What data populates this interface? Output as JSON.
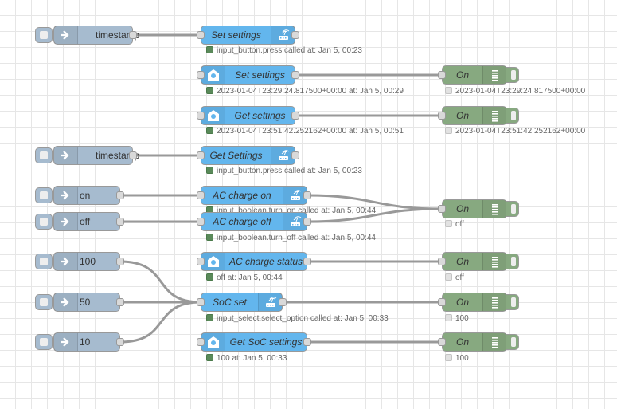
{
  "inject_nodes": [
    {
      "label": "timestamp"
    },
    {
      "label": "timestamp"
    },
    {
      "label": "on"
    },
    {
      "label": "off"
    },
    {
      "label": "100"
    },
    {
      "label": "50"
    },
    {
      "label": "10"
    }
  ],
  "service_nodes": [
    {
      "label": "Set settings",
      "status": "input_button.press called at: Jan 5, 00:23"
    },
    {
      "label": "Get Settings",
      "status": "input_button.press called at: Jan 5, 00:23"
    },
    {
      "label": "AC charge on",
      "status": "input_boolean.turn_on called at: Jan 5, 00:44"
    },
    {
      "label": "AC charge off",
      "status": "input_boolean.turn_off called at: Jan 5, 00:44"
    },
    {
      "label": "SoC set",
      "status": "input_select.select_option called at: Jan 5, 00:33"
    }
  ],
  "state_nodes": [
    {
      "label": "Set settings",
      "status": "2023-01-04T23:29:24.817500+00:00 at: Jan 5, 00:29"
    },
    {
      "label": "Get settings",
      "status": "2023-01-04T23:51:42.252162+00:00 at: Jan 5, 00:51"
    },
    {
      "label": "AC charge status",
      "status": "off at: Jan 5, 00:44"
    },
    {
      "label": "Get SoC settings",
      "status": "100 at: Jan 5, 00:33"
    }
  ],
  "debug_nodes": [
    {
      "label": "On",
      "status": "2023-01-04T23:29:24.817500+00:00"
    },
    {
      "label": "On",
      "status": "2023-01-04T23:51:42.252162+00:00"
    },
    {
      "label": "On",
      "status": "off"
    },
    {
      "label": "On",
      "status": "off"
    },
    {
      "label": "On",
      "status": "100"
    },
    {
      "label": "On",
      "status": "100"
    }
  ],
  "colors": {
    "inject": "#a6bbcf",
    "home_assistant": "#63b6ed",
    "debug": "#87a980",
    "status_ok": "#5a8a5a",
    "wire": "#999999"
  },
  "icons": {
    "inject": "arrow-in-icon",
    "service_call": "router-icon",
    "state": "home-assistant-icon",
    "debug": "debug-list-icon"
  }
}
